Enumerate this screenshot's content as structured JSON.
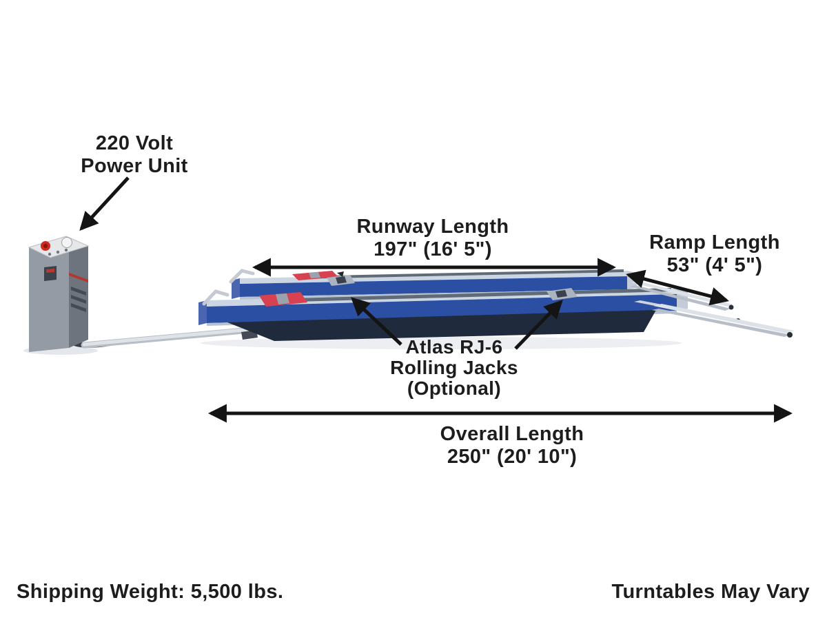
{
  "labels": {
    "power_unit": {
      "line1": "220 Volt",
      "line2": "Power Unit"
    },
    "runway_length": {
      "line1": "Runway Length",
      "line2": "197\" (16' 5\")"
    },
    "ramp_length": {
      "line1": "Ramp Length",
      "line2": "53\" (4' 5\")"
    },
    "rolling_jacks": {
      "line1": "Atlas RJ-6",
      "line2": "Rolling Jacks",
      "line3": "(Optional)"
    },
    "overall_length": {
      "line1": "Overall Length",
      "line2": "250\" (20' 10\")"
    },
    "shipping_weight": "Shipping Weight: 5,500 lbs.",
    "turntables_note": "Turntables May Vary"
  },
  "colors": {
    "background": "#ffffff",
    "annotation_text": "#1d1d1d",
    "arrow_black": "#141414",
    "runway_blue": "#2b4fa3",
    "runway_top_gray": "#ccd6e3",
    "base_dark_navy": "#1f2a3c",
    "ramp_light_gray": "#dde2e8",
    "turntable_red": "#d8414f",
    "power_unit_gray": "#959ba5",
    "estop_red": "#cf2a20"
  }
}
